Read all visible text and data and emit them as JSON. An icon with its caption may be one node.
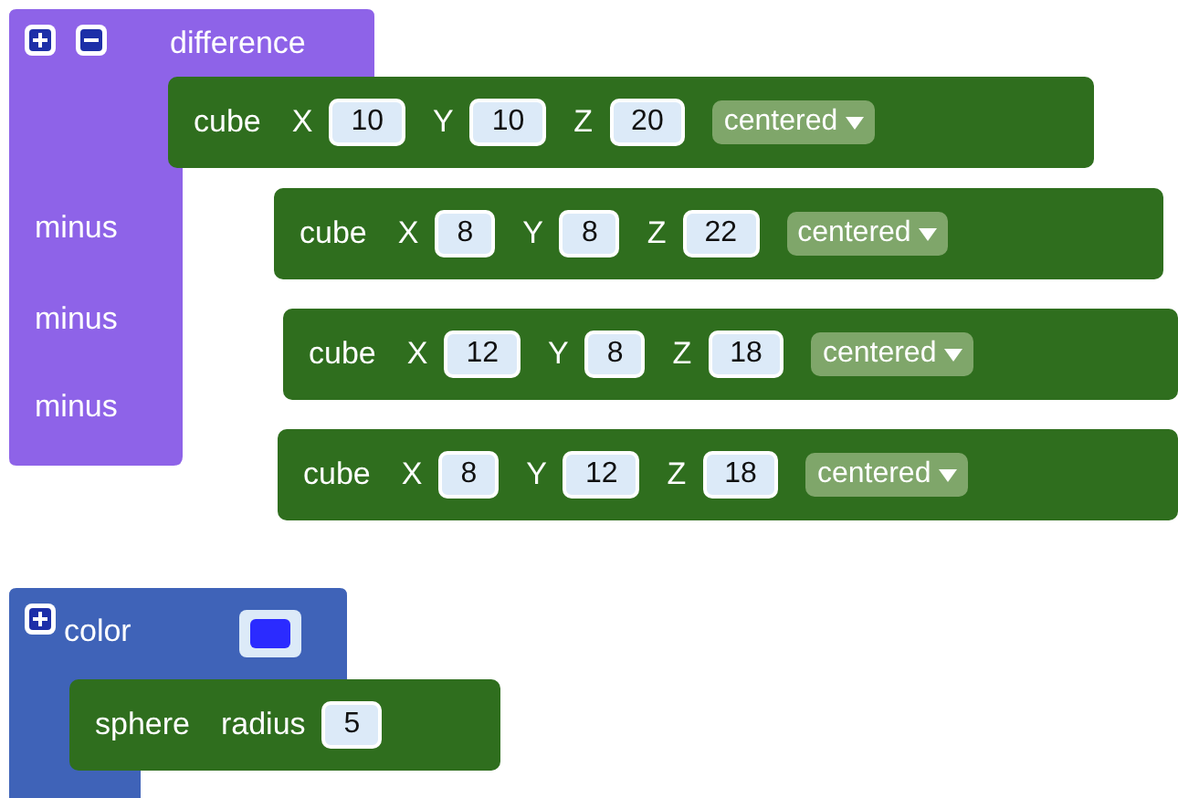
{
  "diagram": {
    "nodes": [
      {
        "text": [
          "difference",
          "minus",
          "minus",
          "minus"
        ]
      },
      {
        "text": [
          "cube",
          "X",
          "10",
          "Y",
          "10",
          "Z",
          "20",
          "centered"
        ]
      },
      {
        "text": [
          "cube",
          "X",
          "8",
          "Y",
          "8",
          "Z",
          "22",
          "centered"
        ]
      },
      {
        "text": [
          "cube",
          "X",
          "12",
          "Y",
          "8",
          "Z",
          "18",
          "centered"
        ]
      },
      {
        "text": [
          "cube",
          "X",
          "8",
          "Y",
          "12",
          "Z",
          "18",
          "centered"
        ]
      },
      {
        "text": [
          "color"
        ]
      },
      {
        "text": [
          "sphere",
          "radius",
          "5"
        ]
      }
    ],
    "edges": []
  }
}
